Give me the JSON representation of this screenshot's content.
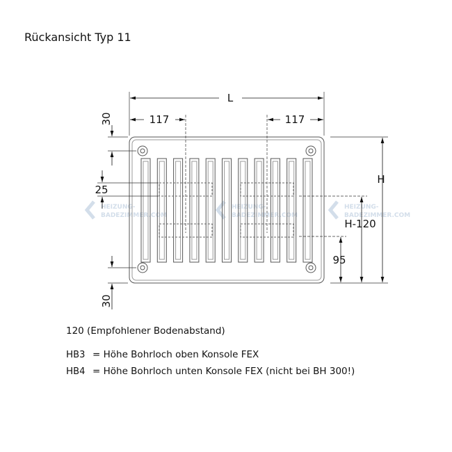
{
  "title": "Rückansicht Typ 11",
  "dimensions": {
    "length": "L",
    "left_offset": "117",
    "right_offset": "117",
    "top_30": "30",
    "bottom_30": "30",
    "bracket_25": "25",
    "height": "H",
    "height_minus": "H-120",
    "bottom_95": "95"
  },
  "watermark": {
    "line1": "HEIZUNG-",
    "line2": "BADEZIMMER.COM"
  },
  "notes": {
    "floor": "120 (Empfohlener Bodenabstand)",
    "hb3_symbol": "H",
    "hb3_sub": "B3",
    "hb3_text": "= Höhe Bohrloch oben Konsole FEX",
    "hb4_symbol": "H",
    "hb4_sub": "B4",
    "hb4_text": "= Höhe Bohrloch unten Konsole FEX (nicht bei BH 300!)"
  }
}
